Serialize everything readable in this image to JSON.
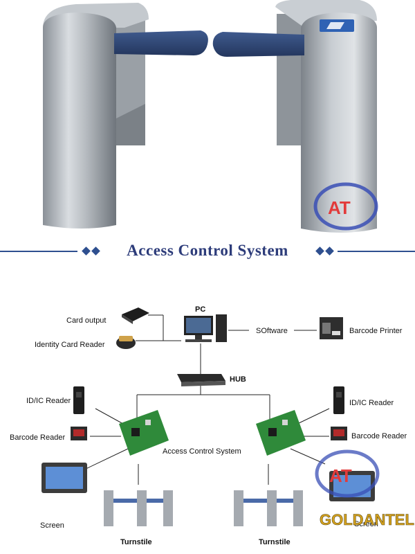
{
  "banner": {
    "title": "Access Control System"
  },
  "diagram": {
    "pc": "PC",
    "card_output": "Card output",
    "identity_reader": "Identity Card Reader",
    "software": "SOftware",
    "barcode_printer": "Barcode Printer",
    "hub": "HUB",
    "left_idic": "ID/IC Reader",
    "left_barcode": "Barcode Reader",
    "left_screen": "Screen",
    "left_turnstile": "Turnstile",
    "center_acs": "Access Control System",
    "right_idic": "ID/IC Reader",
    "right_barcode": "Barcode Reader",
    "right_screen": "Screen",
    "right_turnstile": "Turnstile"
  },
  "logo": {
    "mark": "AT",
    "brand": "GOLDANTELL"
  }
}
